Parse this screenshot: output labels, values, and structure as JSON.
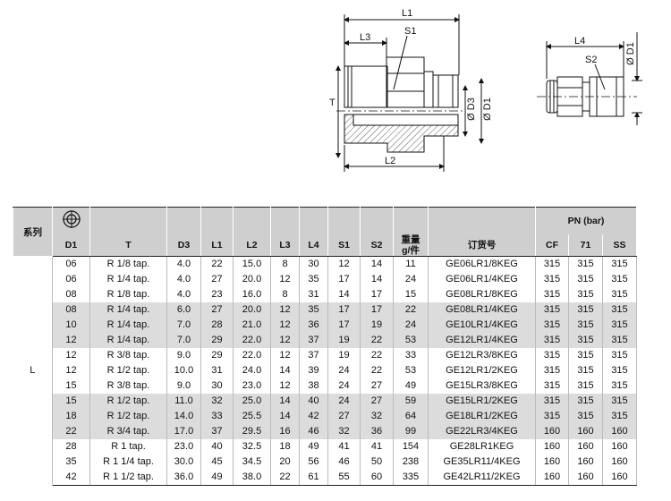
{
  "drawing": {
    "labels": {
      "l1": "L1",
      "l2": "L2",
      "l3": "L3",
      "l4": "L4",
      "s1": "S1",
      "s2": "S2",
      "t": "T",
      "d1": "Ø D1",
      "d3": "Ø D3"
    }
  },
  "table": {
    "headers": {
      "series": "系列",
      "d1": "D1",
      "t": "T",
      "d3": "D3",
      "l1": "L1",
      "l2": "L2",
      "l3": "L3",
      "l4": "L4",
      "s1": "S1",
      "s2": "S2",
      "weight_line1": "重量",
      "weight_line2": "g/件",
      "order_no": "订货号",
      "pn": "PN (bar)",
      "cf": "CF",
      "p71": "71",
      "ss": "SS"
    },
    "series_value": "L",
    "rows": [
      [
        "06",
        "R 1/8 tap.",
        "4.0",
        "22",
        "15.0",
        "8",
        "30",
        "12",
        "14",
        "11",
        "GE06LR1/8KEG",
        "315",
        "315",
        "315"
      ],
      [
        "06",
        "R 1/4 tap.",
        "4.0",
        "27",
        "20.0",
        "12",
        "35",
        "17",
        "14",
        "24",
        "GE06LR1/4KEG",
        "315",
        "315",
        "315"
      ],
      [
        "08",
        "R 1/8 tap.",
        "4.0",
        "23",
        "16.0",
        "8",
        "31",
        "14",
        "17",
        "15",
        "GE08LR1/8KEG",
        "315",
        "315",
        "315"
      ],
      [
        "08",
        "R 1/4 tap.",
        "6.0",
        "27",
        "20.0",
        "12",
        "35",
        "17",
        "17",
        "22",
        "GE08LR1/4KEG",
        "315",
        "315",
        "315"
      ],
      [
        "10",
        "R 1/4 tap.",
        "7.0",
        "28",
        "21.0",
        "12",
        "36",
        "17",
        "19",
        "24",
        "GE10LR1/4KEG",
        "315",
        "315",
        "315"
      ],
      [
        "12",
        "R 1/4 tap.",
        "7.0",
        "29",
        "22.0",
        "12",
        "37",
        "19",
        "22",
        "53",
        "GE12LR1/4KEG",
        "315",
        "315",
        "315"
      ],
      [
        "12",
        "R 3/8 tap.",
        "9.0",
        "29",
        "22.0",
        "12",
        "37",
        "19",
        "22",
        "33",
        "GE12LR3/8KEG",
        "315",
        "315",
        "315"
      ],
      [
        "12",
        "R 1/2 tap.",
        "10.0",
        "31",
        "24.0",
        "14",
        "39",
        "24",
        "22",
        "53",
        "GE12LR1/2KEG",
        "315",
        "315",
        "315"
      ],
      [
        "15",
        "R 3/8 tap.",
        "9.0",
        "30",
        "23.0",
        "12",
        "38",
        "24",
        "27",
        "49",
        "GE15LR3/8KEG",
        "315",
        "315",
        "315"
      ],
      [
        "15",
        "R 1/2 tap.",
        "11.0",
        "32",
        "25.0",
        "14",
        "40",
        "24",
        "27",
        "59",
        "GE15LR1/2KEG",
        "315",
        "315",
        "315"
      ],
      [
        "18",
        "R 1/2 tap.",
        "14.0",
        "33",
        "25.5",
        "14",
        "42",
        "27",
        "32",
        "64",
        "GE18LR1/2KEG",
        "315",
        "315",
        "315"
      ],
      [
        "22",
        "R 3/4 tap.",
        "17.0",
        "37",
        "29.5",
        "16",
        "46",
        "32",
        "36",
        "99",
        "GE22LR3/4KEG",
        "160",
        "160",
        "160"
      ],
      [
        "28",
        "R 1 tap.",
        "23.0",
        "40",
        "32.5",
        "18",
        "49",
        "41",
        "41",
        "154",
        "GE28LR1KEG",
        "160",
        "160",
        "160"
      ],
      [
        "35",
        "R 1 1/4 tap.",
        "30.0",
        "45",
        "34.5",
        "20",
        "56",
        "46",
        "50",
        "238",
        "GE35LR11/4KEG",
        "160",
        "160",
        "160"
      ],
      [
        "42",
        "R 1 1/2 tap.",
        "36.0",
        "49",
        "38.0",
        "22",
        "61",
        "55",
        "60",
        "335",
        "GE42LR11/2KEG",
        "160",
        "160",
        "160"
      ]
    ],
    "colors": {
      "header_bg": "#cfcfcf",
      "shade_bg": "#dcdcdc"
    }
  }
}
